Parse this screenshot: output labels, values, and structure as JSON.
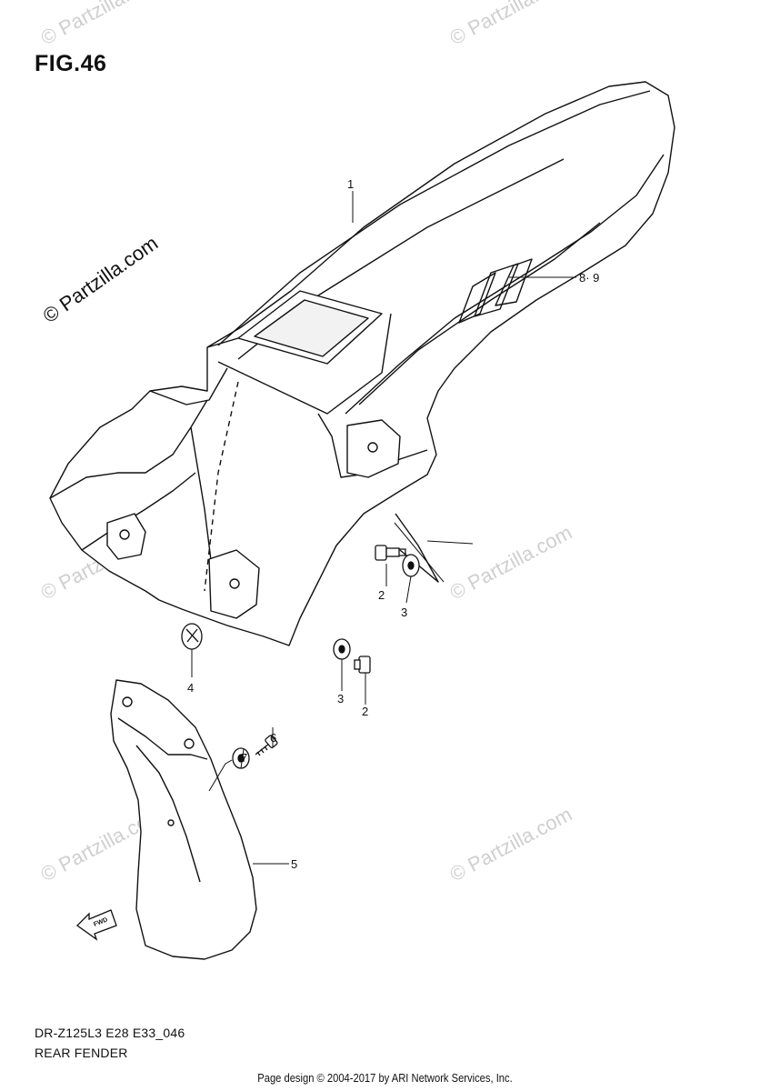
{
  "figure": {
    "title": "FIG.46",
    "model_code": "DR-Z125L3 E28 E33_046",
    "section_name": "REAR FENDER"
  },
  "footer": {
    "copyright": "Page design © 2004-2017 by ARI Network Services, Inc."
  },
  "watermark": {
    "text": "© Partzilla.com"
  },
  "fwd_arrow": {
    "label": "FWD"
  },
  "callouts": [
    {
      "id": "1",
      "label": "1"
    },
    {
      "id": "8-9",
      "label": "8· 9"
    },
    {
      "id": "2a",
      "label": "2"
    },
    {
      "id": "3a",
      "label": "3"
    },
    {
      "id": "4",
      "label": "4"
    },
    {
      "id": "3b",
      "label": "3"
    },
    {
      "id": "2b",
      "label": "2"
    },
    {
      "id": "7",
      "label": "7"
    },
    {
      "id": "6",
      "label": "6"
    },
    {
      "id": "5",
      "label": "5"
    }
  ],
  "colors": {
    "line": "#111111",
    "watermark": "#cfcfcf",
    "background": "#ffffff"
  }
}
